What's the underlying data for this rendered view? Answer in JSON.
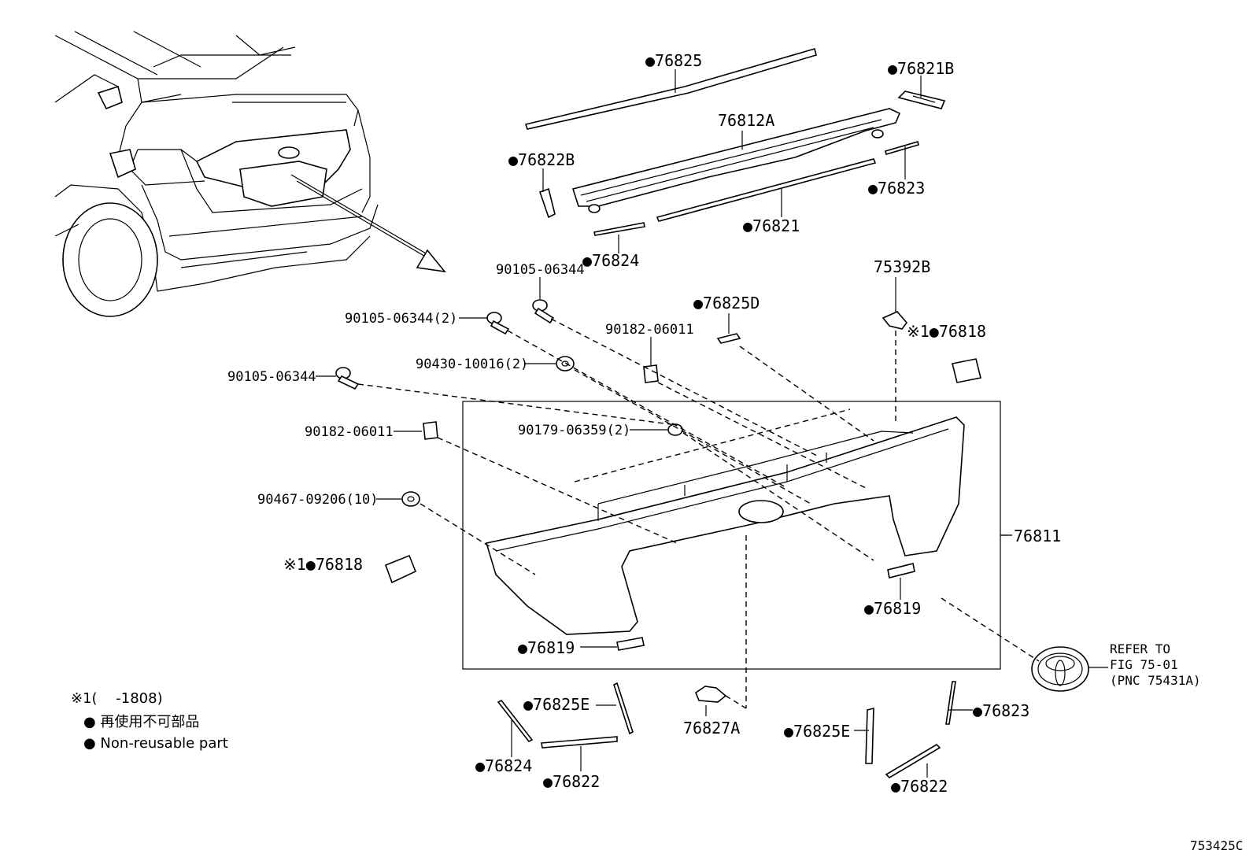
{
  "labels": {
    "p76825": "●76825",
    "p76821B": "●76821B",
    "p76812A": "76812A",
    "p76822B": "●76822B",
    "p76823_top": "●76823",
    "p76821": "●76821",
    "p76824_top": "●76824",
    "p90105_06344_a": "90105-06344",
    "p75392B": "75392B",
    "p76825D": "●76825D",
    "p76818_right": "※1●76818",
    "p90105_06344_2": "90105-06344(2)",
    "p90182_06011_a": "90182-06011",
    "p90430_10016_2": "90430-10016(2)",
    "p90105_06344_b": "90105-06344",
    "p90179_06359_2": "90179-06359(2)",
    "p90182_06011_b": "90182-06011",
    "p90467_09206_10": "90467-09206(10)",
    "p76811": "76811",
    "p76818_left": "※1●76818",
    "p76819_right": "●76819",
    "p76819_left": "●76819",
    "p76825E_left": "●76825E",
    "p76827A": "76827A",
    "p76825E_right": "●76825E",
    "p76823_bottom": "●76823",
    "p76824_bottom": "●76824",
    "p76822_left": "●76822",
    "p76822_right": "●76822",
    "refer_line1": "REFER TO",
    "refer_line2": "FIG 75-01",
    "refer_line3": "(PNC 75431A)"
  },
  "legend": {
    "note1": "※1(　 -1808)",
    "note2": "● 再使用不可部品",
    "note3": "● Non-reusable part"
  },
  "figure_id": "753425C"
}
